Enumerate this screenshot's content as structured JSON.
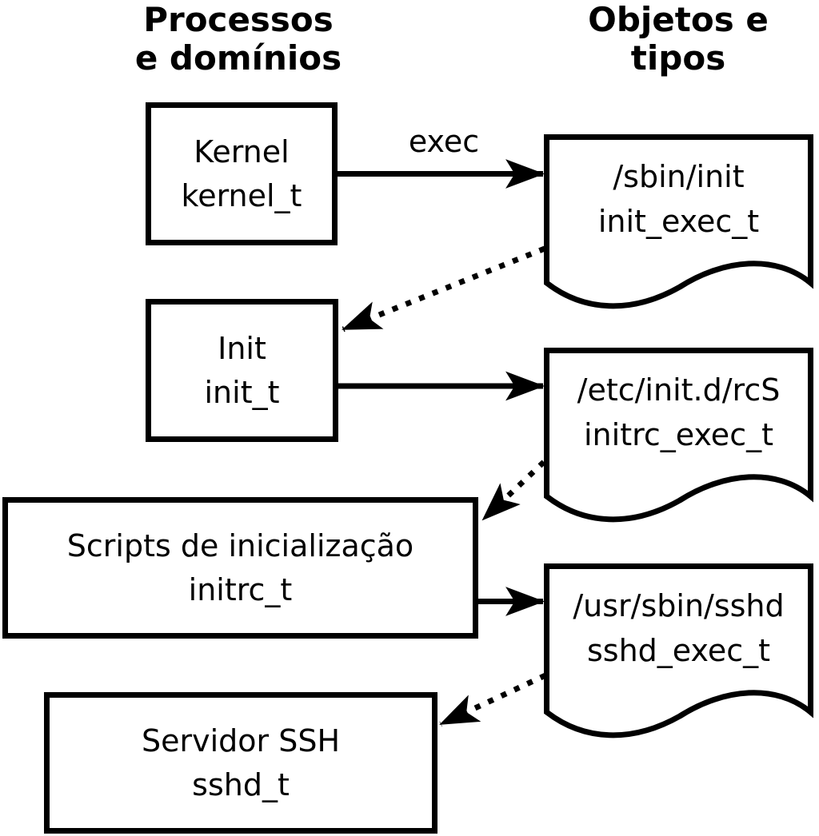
{
  "headers": {
    "processes": {
      "line1": "Processos",
      "line2": "e domínios"
    },
    "objects": {
      "line1": "Objetos e",
      "line2": "tipos"
    }
  },
  "process_boxes": [
    {
      "label": "Kernel",
      "domain": "kernel_t"
    },
    {
      "label": "Init",
      "domain": "init_t"
    },
    {
      "label": "Scripts de inicialização",
      "domain": "initrc_t"
    },
    {
      "label": "Servidor SSH",
      "domain": "sshd_t"
    }
  ],
  "object_docs": [
    {
      "label": "/sbin/init",
      "type": "init_exec_t"
    },
    {
      "label": "/etc/init.d/rcS",
      "type": "initrc_exec_t"
    },
    {
      "label": "/usr/sbin/sshd",
      "type": "sshd_exec_t"
    }
  ],
  "arrows": {
    "exec_label": "exec"
  },
  "colors": {
    "foreground": "#000000",
    "background": "#ffffff"
  }
}
